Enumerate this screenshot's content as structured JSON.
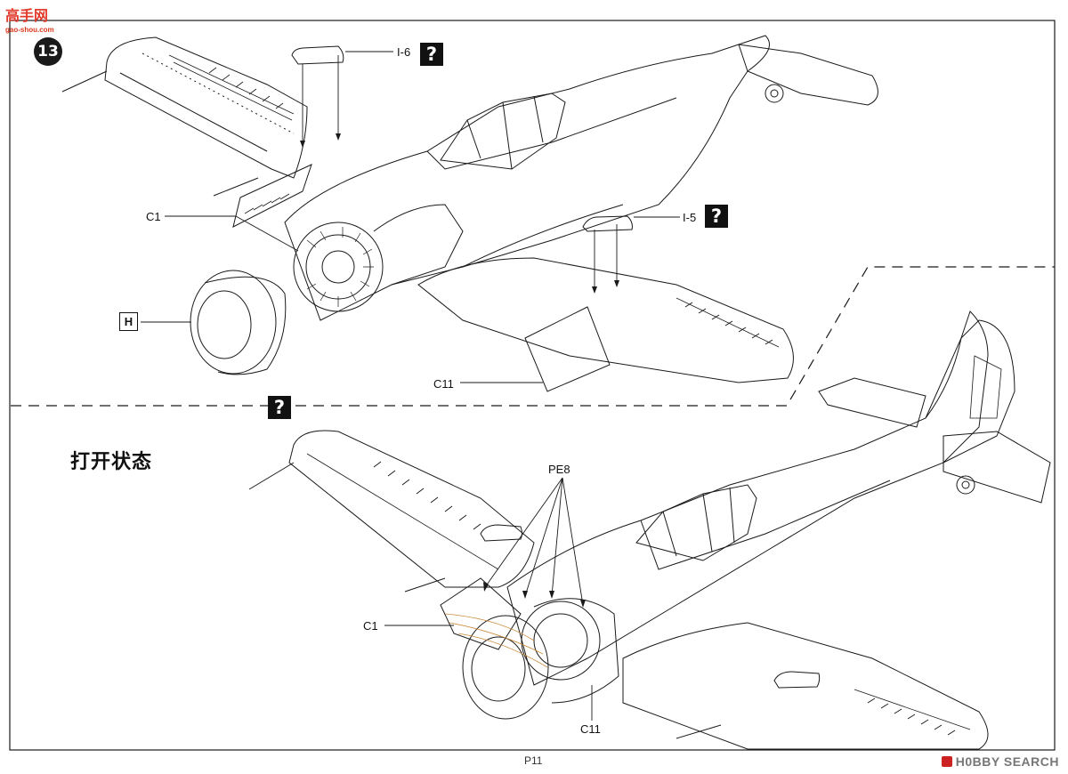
{
  "watermark_top": {
    "chars": "高手网",
    "domain": "gao-shou.com"
  },
  "watermark_bottom": "H0BBY SEARCH",
  "step": {
    "number": "13"
  },
  "labels": {
    "top_i6": "I-6",
    "top_i5": "I-5",
    "top_c1": "C1",
    "top_h": "H",
    "top_c11": "C11",
    "bottom_pe8": "PE8",
    "bottom_c1": "C1",
    "bottom_c11": "C11"
  },
  "unknown_marker": "?",
  "state_title": "打开状态",
  "page_number": "P11",
  "colors": {
    "line": "#1a1a1a",
    "accent": "#c98a3a",
    "watermark_red": "#e23a2b"
  }
}
